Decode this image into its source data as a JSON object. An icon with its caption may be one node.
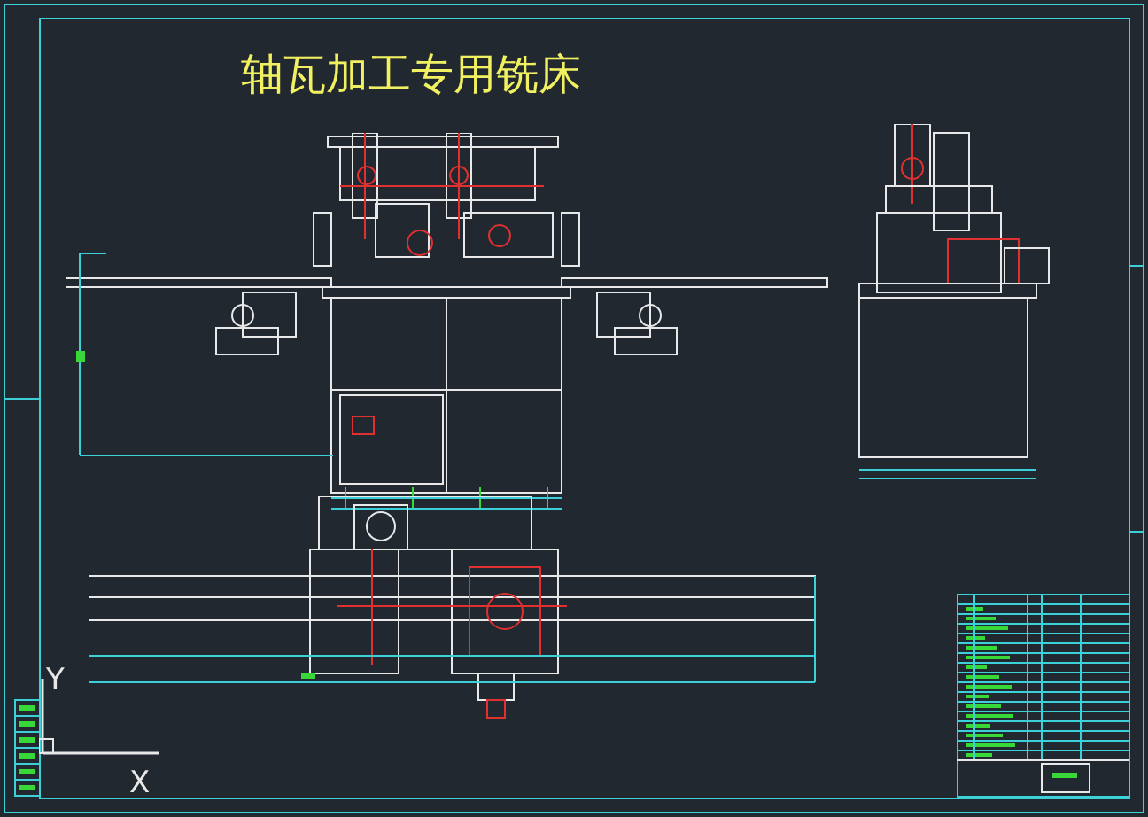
{
  "diagram": {
    "title": "轴瓦加工专用铣床",
    "labels": [
      "Y",
      "X"
    ]
  }
}
